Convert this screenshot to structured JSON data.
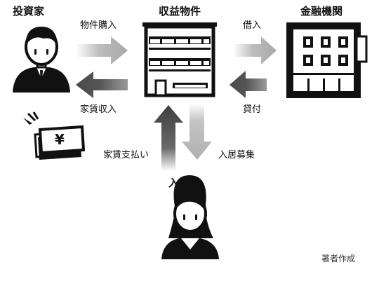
{
  "nodes": {
    "investor": "投資家",
    "property": "収益物件",
    "bank": "金融機関",
    "tenant": "入居者"
  },
  "flows": {
    "purchase": "物件購入",
    "rent_income": "家賃収入",
    "borrow": "借入",
    "lend": "貸付",
    "rent_payment": "家賃支払い",
    "tenant_recruit": "入居募集"
  },
  "money_symbol": "¥",
  "credit": "著者作成",
  "icons": [
    "person-icon",
    "building-icon",
    "bank-building-icon",
    "money-bills-icon",
    "arrow-right-icon",
    "arrow-left-icon",
    "arrow-up-icon",
    "arrow-down-icon"
  ],
  "colors": {
    "ink": "#111111",
    "arrow_light": "#b4b4b4",
    "arrow_dark": "#555555",
    "paper": "#ffffff"
  }
}
